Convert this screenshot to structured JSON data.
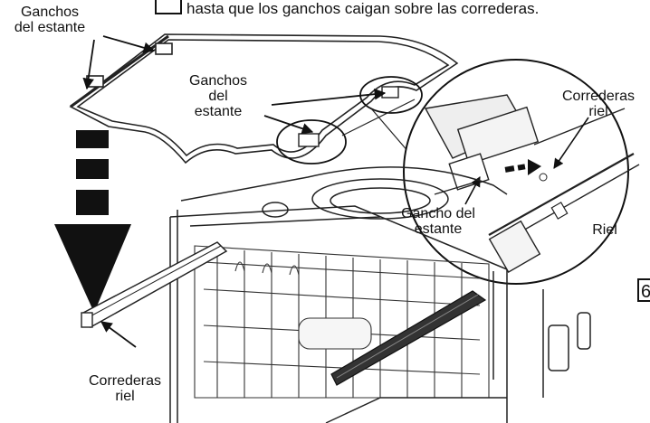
{
  "instruction_text": "hasta que los ganchos caigan sobre las correderas.",
  "labels": {
    "shelf_hooks_top": "Ganchos\ndel estante",
    "shelf_hooks_middle": "Ganchos\ndel\nestante",
    "slides_rail_top": "Correderas\nriel",
    "shelf_hook_detail": "Gancho del\nestante",
    "rail": "Riel",
    "slides_rail_bottom": "Correderas\nriel"
  },
  "page_fragment": "6"
}
